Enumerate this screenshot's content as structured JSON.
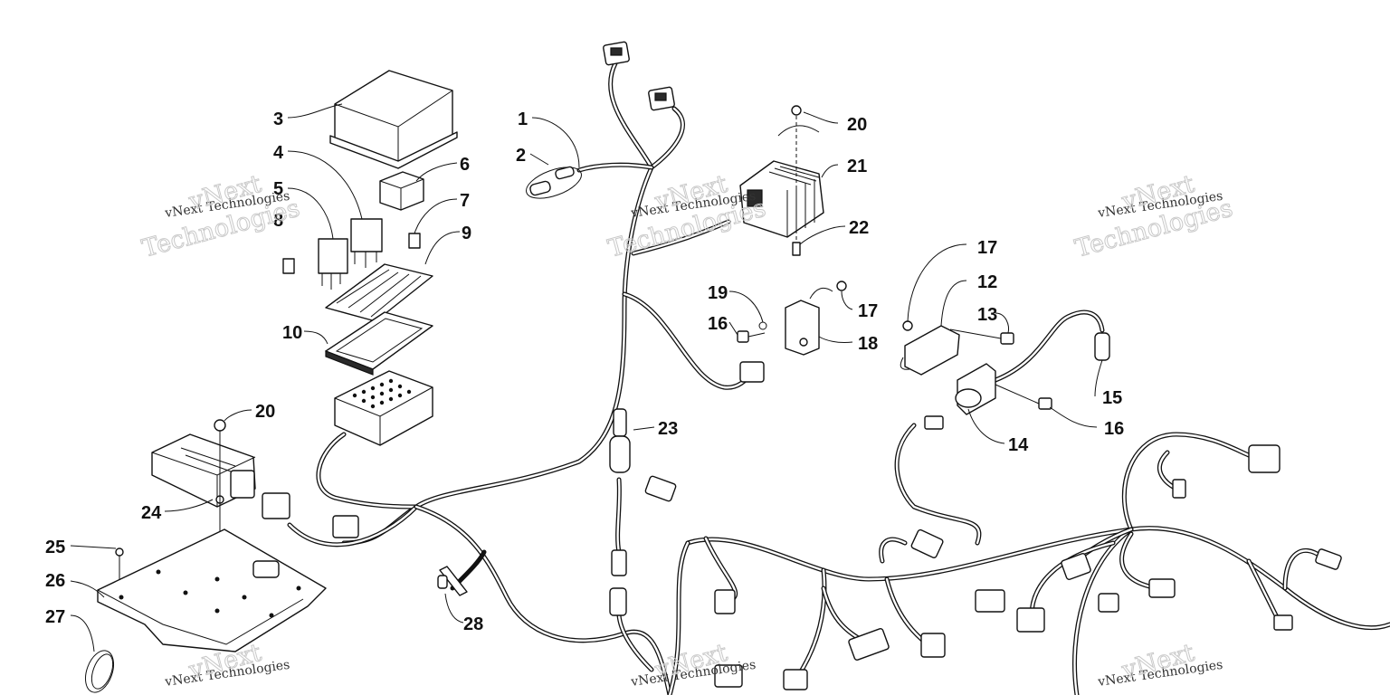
{
  "callouts": [
    {
      "id": "c1",
      "text": "1"
    },
    {
      "id": "c2",
      "text": "2"
    },
    {
      "id": "c3",
      "text": "3"
    },
    {
      "id": "c4",
      "text": "4"
    },
    {
      "id": "c5",
      "text": "5"
    },
    {
      "id": "c6",
      "text": "6"
    },
    {
      "id": "c7",
      "text": "7"
    },
    {
      "id": "c8",
      "text": "8"
    },
    {
      "id": "c9",
      "text": "9"
    },
    {
      "id": "c10",
      "text": "10"
    },
    {
      "id": "c12",
      "text": "12"
    },
    {
      "id": "c13",
      "text": "13"
    },
    {
      "id": "c14",
      "text": "14"
    },
    {
      "id": "c15",
      "text": "15"
    },
    {
      "id": "c16a",
      "text": "16"
    },
    {
      "id": "c16b",
      "text": "16"
    },
    {
      "id": "c17a",
      "text": "17"
    },
    {
      "id": "c17b",
      "text": "17"
    },
    {
      "id": "c18",
      "text": "18"
    },
    {
      "id": "c19",
      "text": "19"
    },
    {
      "id": "c20a",
      "text": "20"
    },
    {
      "id": "c20b",
      "text": "20"
    },
    {
      "id": "c21",
      "text": "21"
    },
    {
      "id": "c22",
      "text": "22"
    },
    {
      "id": "c23",
      "text": "23"
    },
    {
      "id": "c24",
      "text": "24"
    },
    {
      "id": "c25",
      "text": "25"
    },
    {
      "id": "c26",
      "text": "26"
    },
    {
      "id": "c27",
      "text": "27"
    },
    {
      "id": "c28",
      "text": "28"
    }
  ],
  "watermark": {
    "small": "vNext Technologies",
    "big_line1": "vNext",
    "big_line2": "Technologies"
  }
}
